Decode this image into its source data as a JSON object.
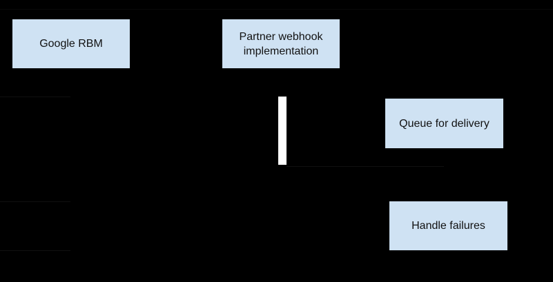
{
  "diagram": {
    "type": "sequence-diagram",
    "nodes": {
      "google_rbm": {
        "label": "Google RBM"
      },
      "partner_webhook": {
        "label": "Partner webhook implementation"
      },
      "queue_for_delivery": {
        "label": "Queue for delivery"
      },
      "handle_failures": {
        "label": "Handle failures"
      }
    }
  },
  "colors": {
    "background": "#000000",
    "node-fill": "#cfe2f3",
    "node-text": "#111111",
    "activation-fill": "#ffffff",
    "faint-line": "#101010",
    "faint-line-top": "#0a0a0a"
  }
}
